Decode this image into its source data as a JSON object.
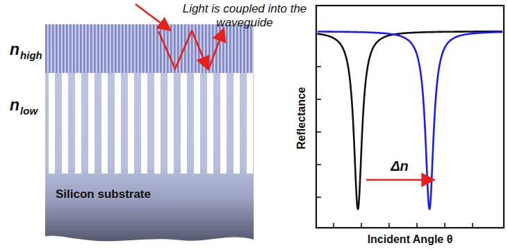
{
  "diagram": {
    "labels": [
      "Light is coupled into the waveguide",
      "n",
      "high",
      "n",
      "low",
      "Silicon substrate",
      "Reflectance",
      "Incident Angle θ",
      "Δn"
    ]
  }
}
